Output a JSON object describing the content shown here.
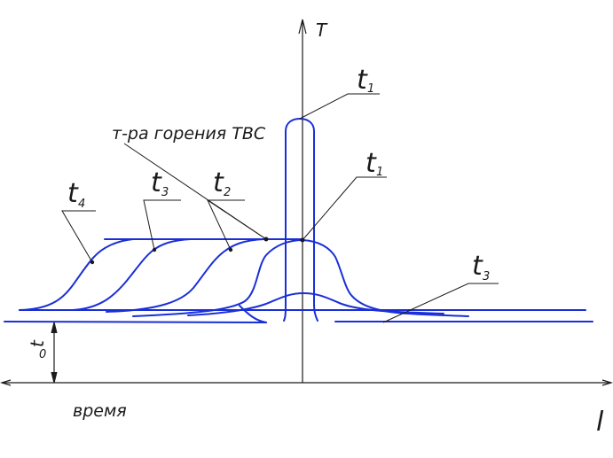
{
  "axes": {
    "y_label": "T",
    "x_label": "l",
    "time_label": "время",
    "ambient_label": "t",
    "ambient_sub": "0"
  },
  "annotations": {
    "combustion_temp": "т-ра горения ТВС",
    "t1_top": {
      "main": "t",
      "sub": "1"
    },
    "t1_mid": {
      "main": "t",
      "sub": "1"
    },
    "t2": {
      "main": "t",
      "sub": "2"
    },
    "t3_left": {
      "main": "t",
      "sub": "3"
    },
    "t4": {
      "main": "t",
      "sub": "4"
    },
    "t3_right": {
      "main": "t",
      "sub": "3"
    }
  },
  "colors": {
    "curve": "#1a2fd6",
    "axis": "#1a1a1a"
  }
}
